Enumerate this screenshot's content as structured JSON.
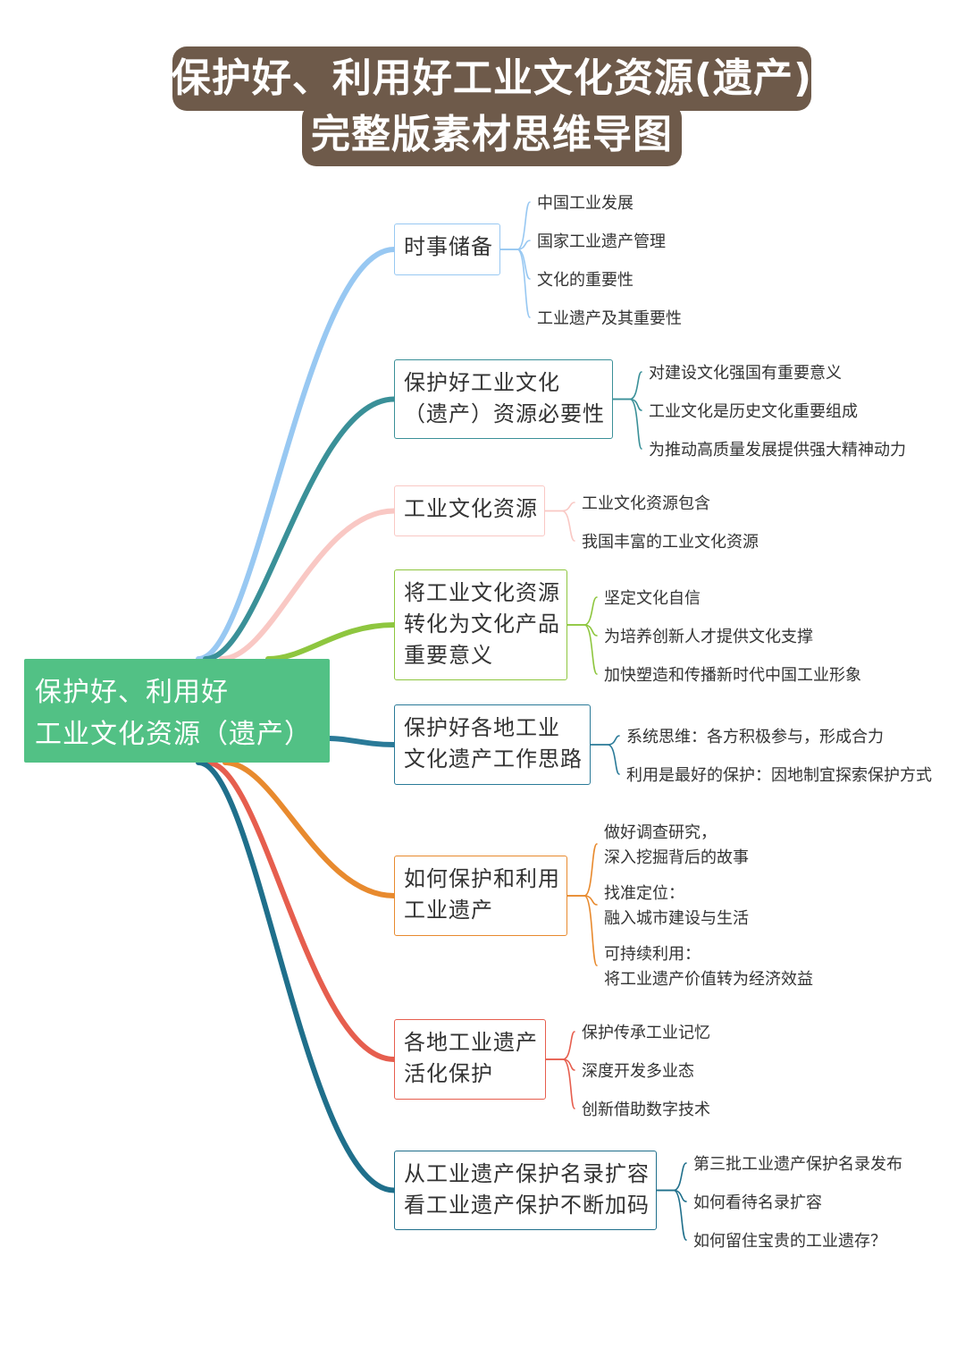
{
  "title": {
    "line1": "保护好、利用好工业文化资源(遗产)",
    "line2": "完整版素材思维导图"
  },
  "colors": {
    "title_bg": "#6e5a4a",
    "root_bg": "#52c185",
    "branch_colors": [
      "#98c8f2",
      "#3a9098",
      "#f9c8c4",
      "#8ec63f",
      "#2a7a98",
      "#e88a2e",
      "#e65e4e",
      "#1f6f8b"
    ]
  },
  "root": {
    "line1": "保护好、利用好",
    "line2": "工业文化资源（遗产）"
  },
  "branches": [
    {
      "lines": [
        "时事储备"
      ],
      "leaves": [
        [
          "中国工业发展"
        ],
        [
          "国家工业遗产管理"
        ],
        [
          "文化的重要性"
        ],
        [
          "工业遗产及其重要性"
        ]
      ]
    },
    {
      "lines": [
        "保护好工业文化",
        "（遗产）资源必要性"
      ],
      "leaves": [
        [
          "对建设文化强国有重要意义"
        ],
        [
          "工业文化是历史文化重要组成"
        ],
        [
          "为推动高质量发展提供强大精神动力"
        ]
      ]
    },
    {
      "lines": [
        "工业文化资源"
      ],
      "leaves": [
        [
          "工业文化资源包含"
        ],
        [
          "我国丰富的工业文化资源"
        ]
      ]
    },
    {
      "lines": [
        "将工业文化资源",
        "转化为文化产品",
        "重要意义"
      ],
      "leaves": [
        [
          "坚定文化自信"
        ],
        [
          "为培养创新人才提供文化支撑"
        ],
        [
          "加快塑造和传播新时代中国工业形象"
        ]
      ]
    },
    {
      "lines": [
        "保护好各地工业",
        "文化遗产工作思路"
      ],
      "leaves": [
        [
          "系统思维：各方积极参与，形成合力"
        ],
        [
          "利用是最好的保护：因地制宜探索保护方式"
        ]
      ]
    },
    {
      "lines": [
        "如何保护和利用",
        "工业遗产"
      ],
      "leaves": [
        [
          "做好调查研究，",
          "深入挖掘背后的故事"
        ],
        [
          "找准定位：",
          "融入城市建设与生活"
        ],
        [
          "可持续利用：",
          "将工业遗产价值转为经济效益"
        ]
      ]
    },
    {
      "lines": [
        "各地工业遗产",
        "活化保护"
      ],
      "leaves": [
        [
          "保护传承工业记忆"
        ],
        [
          "深度开发多业态"
        ],
        [
          "创新借助数字技术"
        ]
      ]
    },
    {
      "lines": [
        "从工业遗产保护名录扩容",
        "看工业遗产保护不断加码"
      ],
      "leaves": [
        [
          "第三批工业遗产保护名录发布"
        ],
        [
          "如何看待名录扩容"
        ],
        [
          "如何留住宝贵的工业遗存？"
        ]
      ]
    }
  ]
}
